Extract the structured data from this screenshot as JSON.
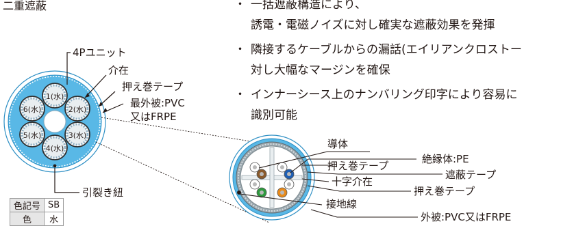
{
  "section_title": "二重遮蔽",
  "bullets": [
    {
      "mark": "・",
      "lines": [
        "一括遮蔽構造により、",
        "誘電・電磁ノイズに対し確実な遮蔽効果を発揮"
      ]
    },
    {
      "mark": "・",
      "lines": [
        "隣接するケーブルからの漏話(エイリアンクロストー",
        "対し大幅なマージンを確保"
      ]
    },
    {
      "mark": "・",
      "lines": [
        "インナーシース上のナンバリング印字により容易に",
        "識別可能"
      ]
    }
  ],
  "left_diagram": {
    "pair_labels": [
      "1(水)",
      "2(水)",
      "3(水)",
      "4(水)",
      "5(水)",
      "6(水)"
    ],
    "callouts": {
      "unit": "4Pユニット",
      "filler": "介在",
      "binding_tape": "押え巻テープ",
      "outer_sheath_line1": "最外被:PVC",
      "outer_sheath_line2": "又はFRPE",
      "ripcord": "引裂き紐"
    }
  },
  "right_diagram": {
    "callouts": {
      "conductor": "導体",
      "insulation": "絶縁体:PE",
      "binding_tape_inner": "押え巻テープ",
      "shield_tape": "遮蔽テープ",
      "cross_filler": "十字介在",
      "binding_tape_outer": "押え巻テープ",
      "drain_wire": "接地線",
      "sheath": "外被:PVC又はFRPE"
    }
  },
  "color_table": {
    "rows": [
      [
        "色記号",
        "SB"
      ],
      [
        "色",
        "水"
      ]
    ]
  },
  "colors": {
    "cable_blue": "#59b8e6",
    "wire_brown": "#8a5a2b",
    "wire_blue": "#1f5fb4",
    "wire_green": "#2e9a3e",
    "wire_orange": "#e88a1a"
  }
}
